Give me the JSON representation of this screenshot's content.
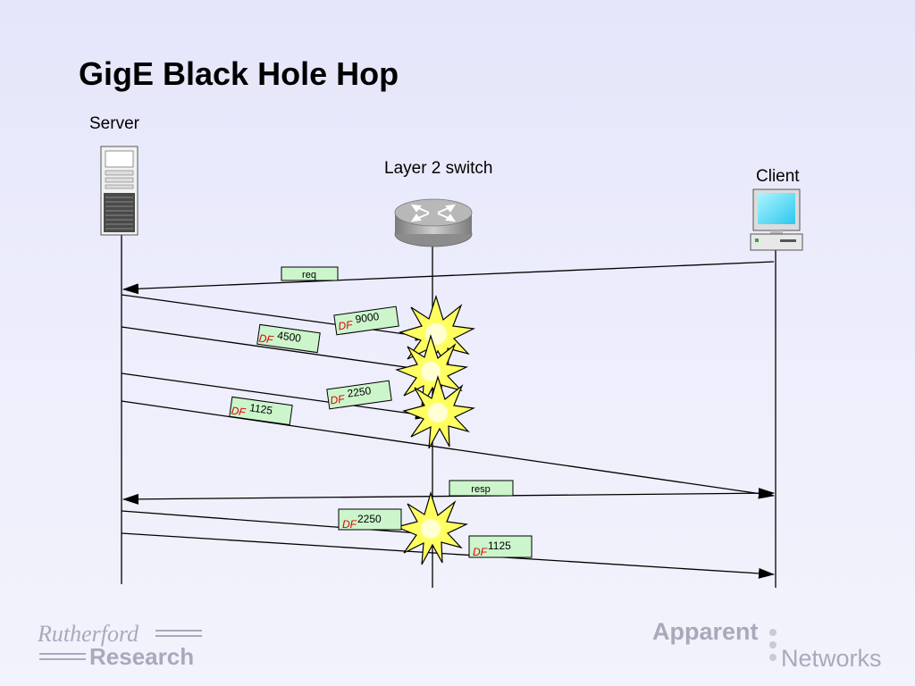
{
  "title": "GigE Black Hole Hop",
  "nodes": {
    "server": {
      "label": "Server"
    },
    "switch": {
      "label": "Layer 2 switch"
    },
    "client": {
      "label": "Client"
    }
  },
  "flag_label": "DF",
  "messages": [
    {
      "id": "req",
      "label": "req",
      "df": false,
      "from": "client",
      "to": "server",
      "outcome": "delivered"
    },
    {
      "id": "pkt-9000",
      "label": "9000",
      "df": true,
      "from": "server",
      "to": "client",
      "outcome": "dropped"
    },
    {
      "id": "pkt-4500",
      "label": "4500",
      "df": true,
      "from": "server",
      "to": "client",
      "outcome": "dropped"
    },
    {
      "id": "pkt-2250",
      "label": "2250",
      "df": true,
      "from": "server",
      "to": "client",
      "outcome": "dropped"
    },
    {
      "id": "pkt-1125",
      "label": "1125",
      "df": true,
      "from": "server",
      "to": "client",
      "outcome": "delivered"
    },
    {
      "id": "resp",
      "label": "resp",
      "df": false,
      "from": "client",
      "to": "server",
      "outcome": "delivered",
      "bidirectional": true
    },
    {
      "id": "pkt-2250b",
      "label": "2250",
      "df": true,
      "from": "server",
      "to": "client",
      "outcome": "dropped"
    },
    {
      "id": "pkt-1125b",
      "label": "1125",
      "df": true,
      "from": "server",
      "to": "client",
      "outcome": "delivered"
    }
  ],
  "colors": {
    "label_fill": "#ccf5cc",
    "df_text": "#e00000",
    "burst_fill": "#ffff60",
    "lines": "#000000",
    "logo": "#a8aabb"
  },
  "logos": {
    "left": {
      "line1": "Rutherford",
      "line2": "Research"
    },
    "right": {
      "line1": "Apparent",
      "line2": "Networks"
    }
  }
}
